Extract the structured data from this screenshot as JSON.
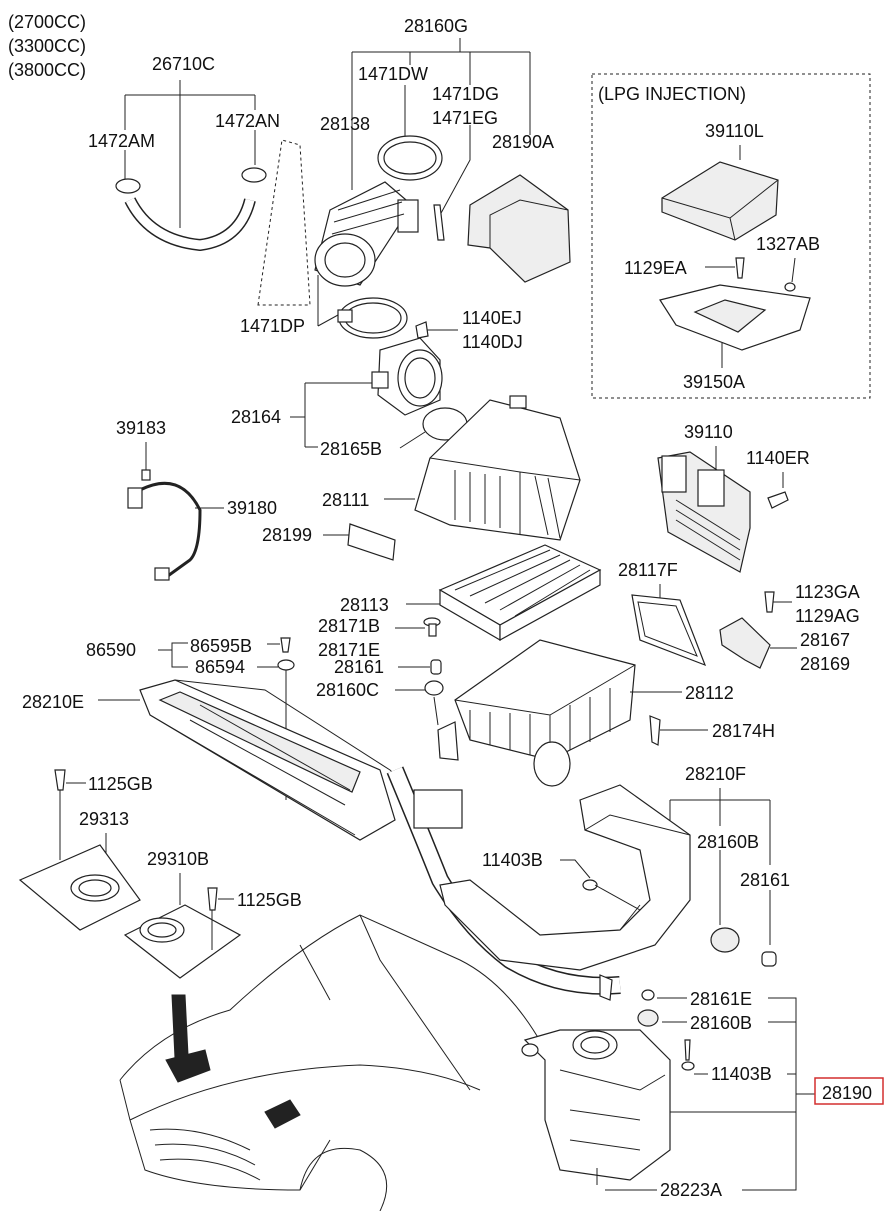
{
  "engine_variants": [
    "(2700CC)",
    "(3300CC)",
    "(3800CC)"
  ],
  "lpg_box_title": "(LPG INJECTION)",
  "highlight_color": "#d32f2f",
  "labels": {
    "p26710C": "26710C",
    "p1472AM": "1472AM",
    "p1472AN": "1472AN",
    "p28160G": "28160G",
    "p1471DW": "1471DW",
    "p1471DG": "1471DG",
    "p1471EG": "1471EG",
    "p28138": "28138",
    "p28190A": "28190A",
    "p1471DP": "1471DP",
    "p1140EJ": "1140EJ",
    "p1140DJ": "1140DJ",
    "p28164": "28164",
    "p28165B": "28165B",
    "p39183": "39183",
    "p39180": "39180",
    "p28111": "28111",
    "p28199": "28199",
    "p39110L": "39110L",
    "p1129EA": "1129EA",
    "p1327AB": "1327AB",
    "p39150A": "39150A",
    "p39110": "39110",
    "p1140ER": "1140ER",
    "p28117F": "28117F",
    "p1123GA": "1123GA",
    "p1129AG": "1129AG",
    "p28113": "28113",
    "p28171B": "28171B",
    "p28171E": "28171E",
    "p28167": "28167",
    "p28169": "28169",
    "p86590": "86590",
    "p86595B": "86595B",
    "p86594": "86594",
    "p28161a": "28161",
    "p28160C": "28160C",
    "p28112": "28112",
    "p28210E": "28210E",
    "p28174H": "28174H",
    "p28210F": "28210F",
    "p1125GBa": "1125GB",
    "p29313": "29313",
    "p11403Ba": "11403B",
    "p28160Ba": "28160B",
    "p28161b": "28161",
    "p29310B": "29310B",
    "p1125GBb": "1125GB",
    "p28161E": "28161E",
    "p28160Bb": "28160B",
    "p11403Bb": "11403B",
    "p28190": "28190",
    "p28223A": "28223A"
  }
}
